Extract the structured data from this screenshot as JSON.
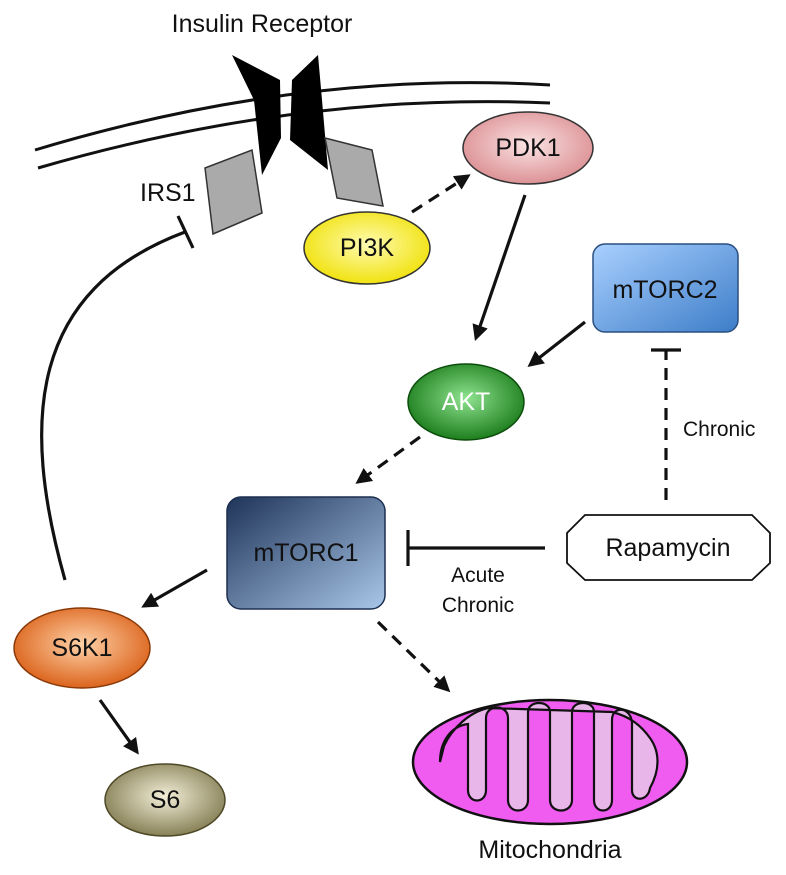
{
  "diagram": {
    "receptor_label": "Insulin Receptor",
    "irs1_label": "IRS1",
    "nodes": {
      "pi3k": "PI3K",
      "pdk1": "PDK1",
      "mtorc2": "mTORC2",
      "akt": "AKT",
      "mtorc1": "mTORC1",
      "rapamycin": "Rapamycin",
      "s6k1": "S6K1",
      "s6": "S6"
    },
    "mitochondria_label": "Mitochondria",
    "edge_labels": {
      "rapamycin_to_mtorc2": "Chronic",
      "rapamycin_to_mtorc1_line1": "Acute",
      "rapamycin_to_mtorc1_line2": "Chronic"
    },
    "colors": {
      "pi3k": "#f5ec00",
      "pdk1": "#e7a3a6",
      "akt": "#1f8a1f",
      "mtorc2": "#5b96da",
      "mtorc1": "#2f4d7a",
      "s6k1": "#e8691c",
      "s6": "#8c8559",
      "mitochondria": "#f05cf0"
    }
  }
}
